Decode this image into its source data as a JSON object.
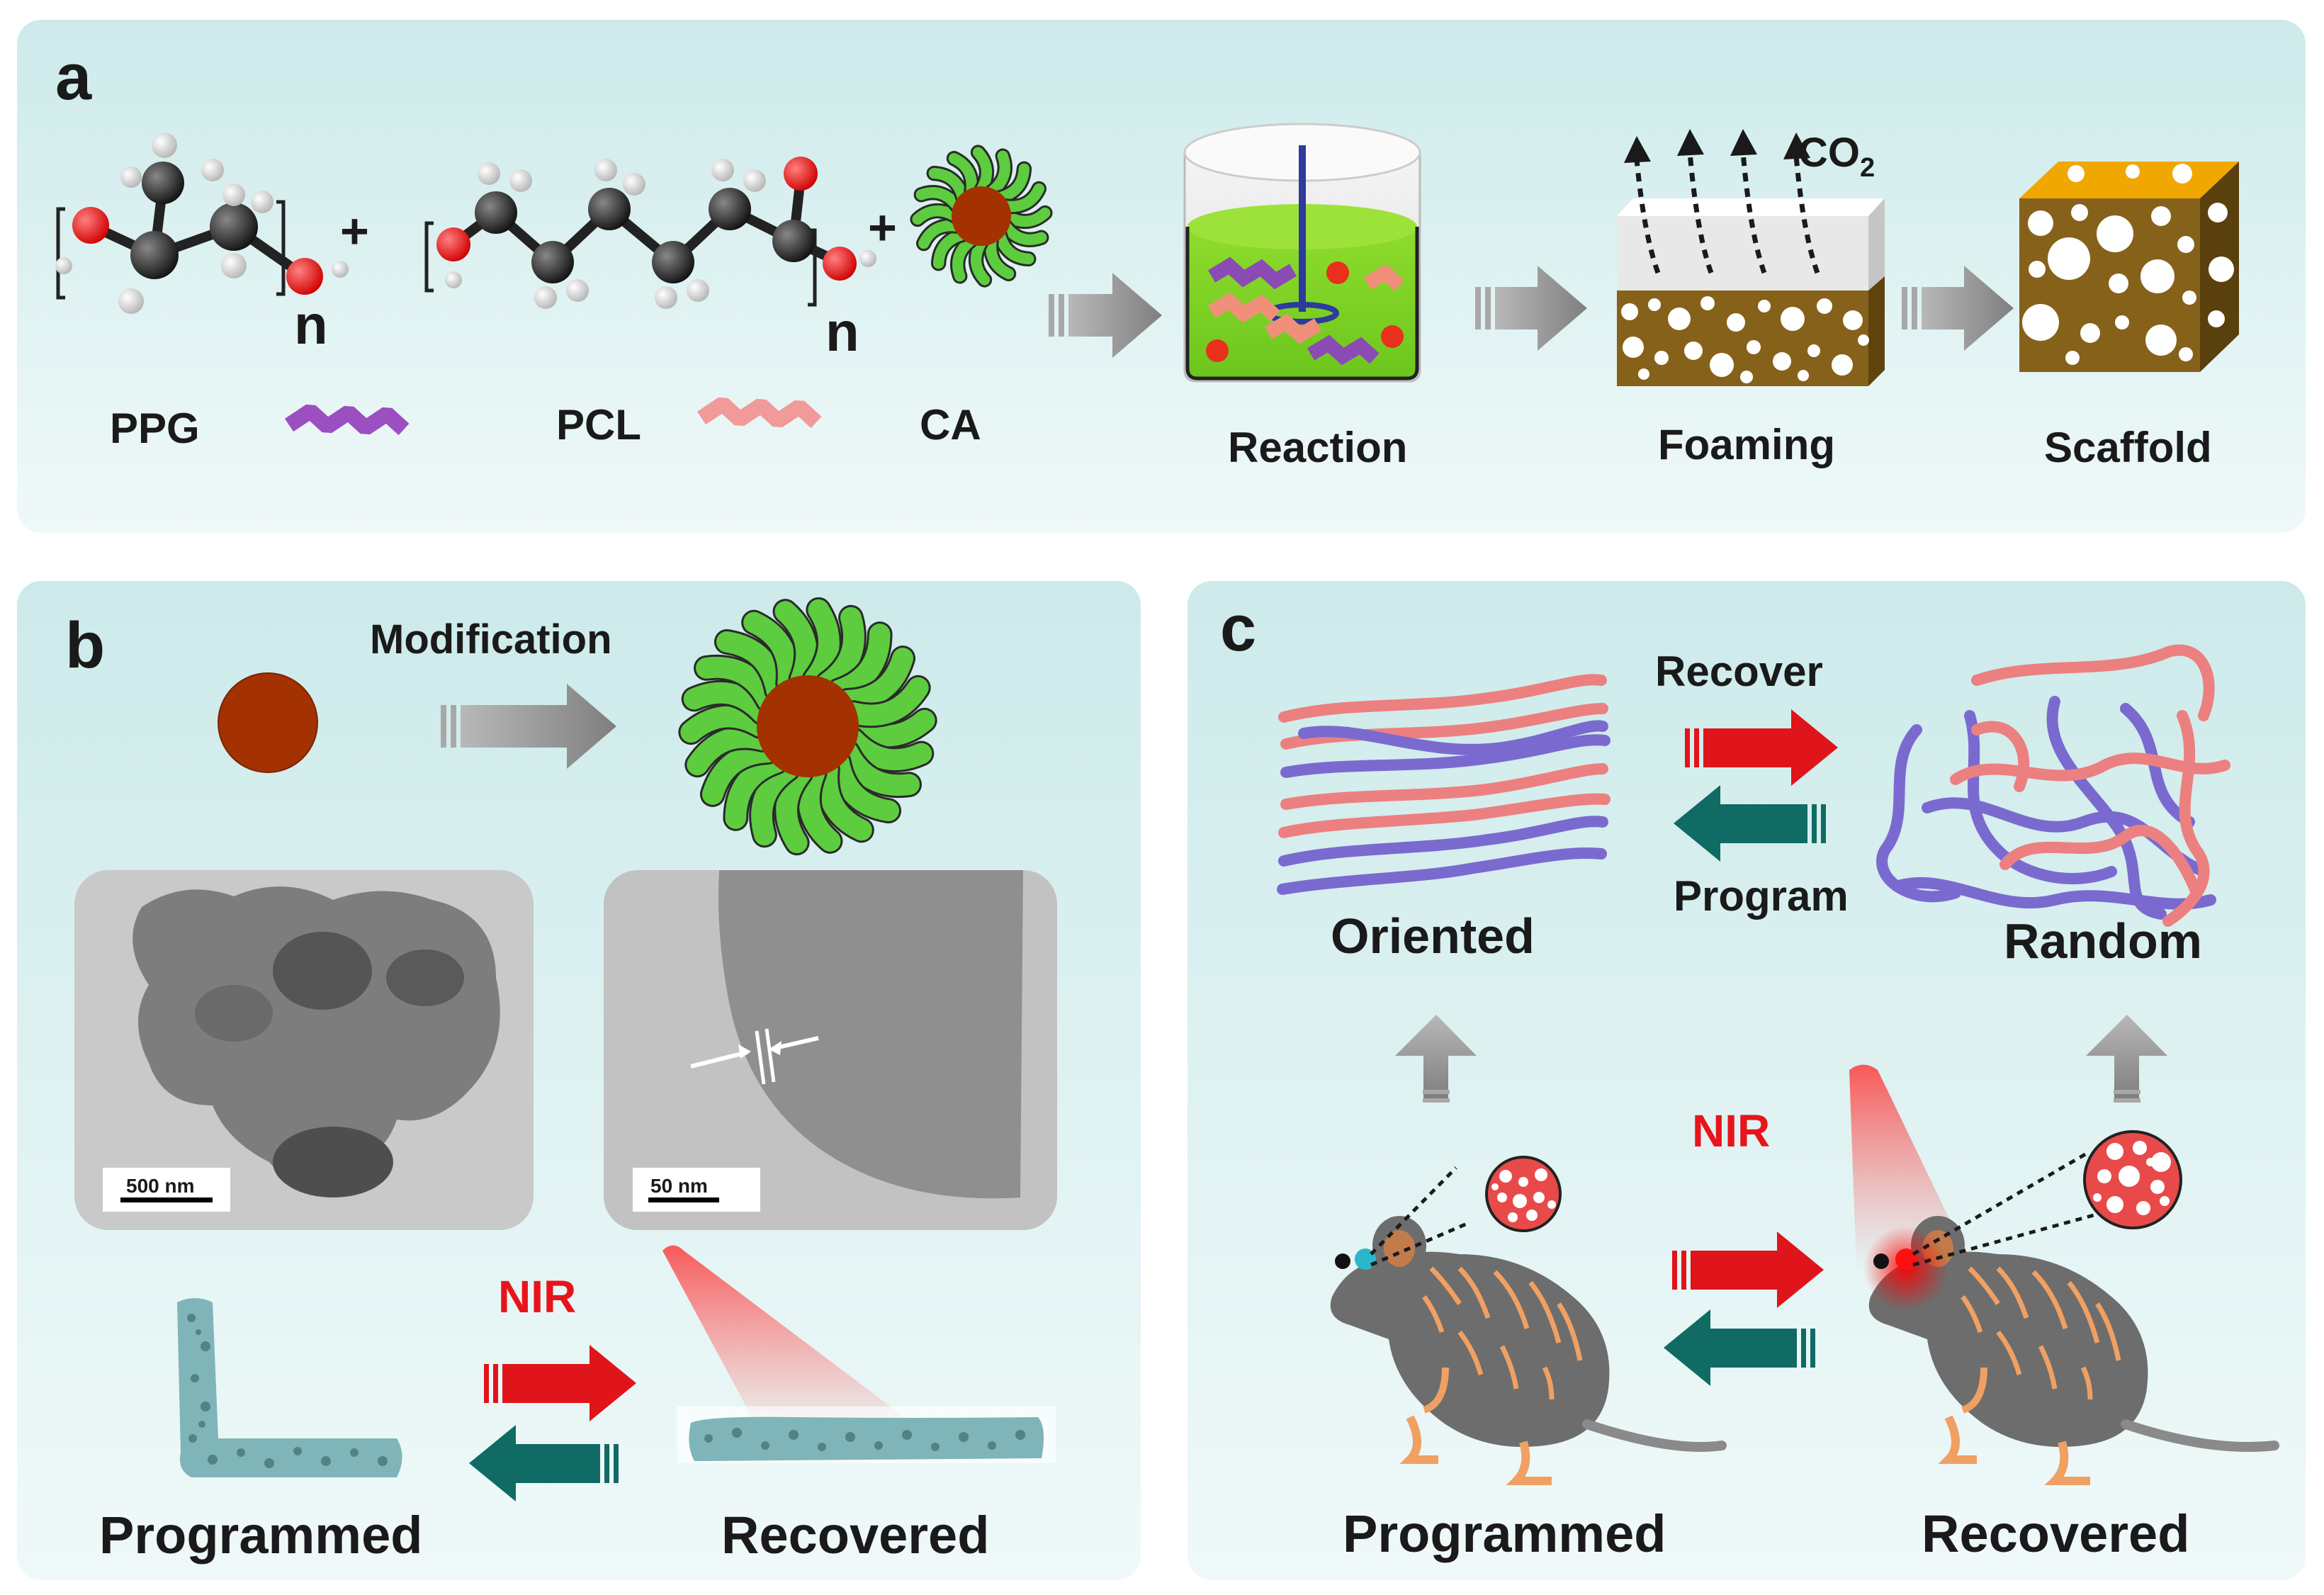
{
  "panel_a": {
    "letter": "a",
    "ppg": "PPG",
    "pcl": "PCL",
    "ca": "CA",
    "plus": "+",
    "repeat_n": "n",
    "reaction": "Reaction",
    "foaming": "Foaming",
    "co2": "CO",
    "co2_sub": "2",
    "scaffold": "Scaffold"
  },
  "panel_b": {
    "letter": "b",
    "modification": "Modification",
    "scale_left": "500 nm",
    "scale_right": "50 nm",
    "nir": "NIR",
    "programmed": "Programmed",
    "recovered": "Recovered"
  },
  "panel_c": {
    "letter": "c",
    "recover": "Recover",
    "program": "Program",
    "oriented": "Oriented",
    "random": "Random",
    "nir": "NIR",
    "programmed": "Programmed",
    "recovered": "Recovered"
  },
  "colors": {
    "panel_top": "#cdeaea",
    "panel_bottom": "#eef8f8",
    "grey_arrow": "#8c8c8c",
    "red_arrow": "#e0141b",
    "teal_arrow": "#0f6b63",
    "ppg_purple": "#9b4fc0",
    "pcl_pink": "#f19a9a",
    "ca_core": "#a33200",
    "ca_shell": "#5ecc3f",
    "foam_brown": "#86611a",
    "foam_top": "#f0a800",
    "chain_pink": "#ec8080",
    "chain_blue": "#7a6ad0",
    "mouse_grey": "#6d6d6d",
    "mouse_orange": "#f0a062",
    "scaffold_teal": "#7fb5b8"
  }
}
